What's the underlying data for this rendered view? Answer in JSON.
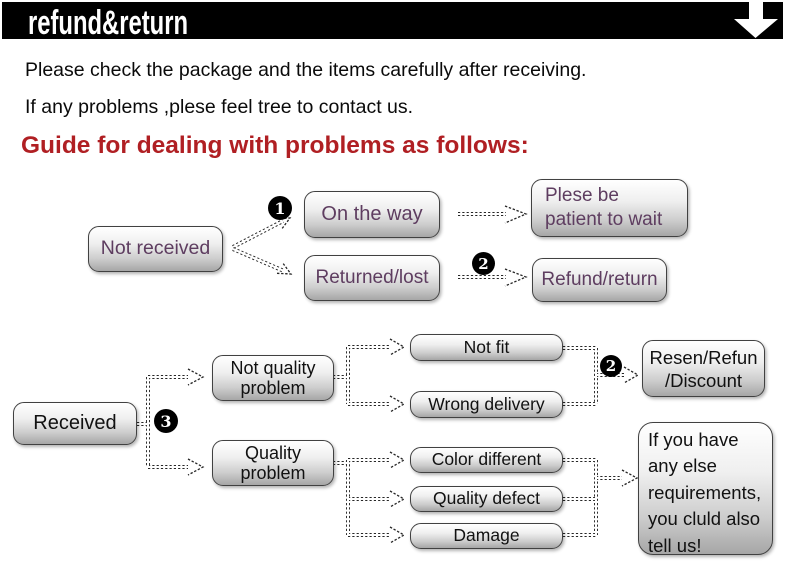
{
  "header": {
    "title": "refund&return"
  },
  "intro": {
    "line1": "Please check the package and the items carefully after receiving.",
    "line2": "If any problems ,plese feel tree to contact us."
  },
  "guide_heading": "Guide for dealing with problems as follows:",
  "colors": {
    "header_bg": "#000000",
    "accent_red": "#b01f23",
    "flow1_text": "#5e3d60",
    "box_border": "#414141"
  },
  "flow1": {
    "not_received": "Not received",
    "badge1": "1",
    "on_the_way": "On the way",
    "returned_lost": "Returned/lost",
    "badge2": "2",
    "patient_line1": "Plese be",
    "patient_line2": "patient to wait",
    "refund_return": "Refund/return"
  },
  "flow2": {
    "received": "Received",
    "badge3": "3",
    "not_quality_line1": "Not quality",
    "not_quality_line2": "problem",
    "quality_line1": "Quality",
    "quality_line2": "problem",
    "not_fit": "Not fit",
    "wrong_delivery": "Wrong delivery",
    "color_different": "Color different",
    "quality_defect": "Quality defect",
    "damage": "Damage",
    "badge2": "2",
    "resen_line1": "Resen/Refun",
    "resen_line2": "/Discount",
    "note_lines": [
      "If you have",
      "any else",
      "requirements,",
      "you cluld also",
      "tell us!"
    ]
  }
}
